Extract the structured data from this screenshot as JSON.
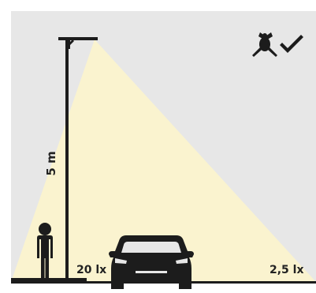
{
  "labels": {
    "height": "5 m",
    "near_illuminance": "20 lx",
    "far_illuminance": "2,5 lx"
  },
  "icons": {
    "badge": [
      "insect-icon",
      "checkmark-icon"
    ],
    "figures": [
      "person-icon",
      "car-icon",
      "street-lamp-icon"
    ]
  },
  "colors": {
    "background": "#e7e7e7",
    "light_cone": "#faf3cf",
    "ink": "#1c1c1c"
  }
}
